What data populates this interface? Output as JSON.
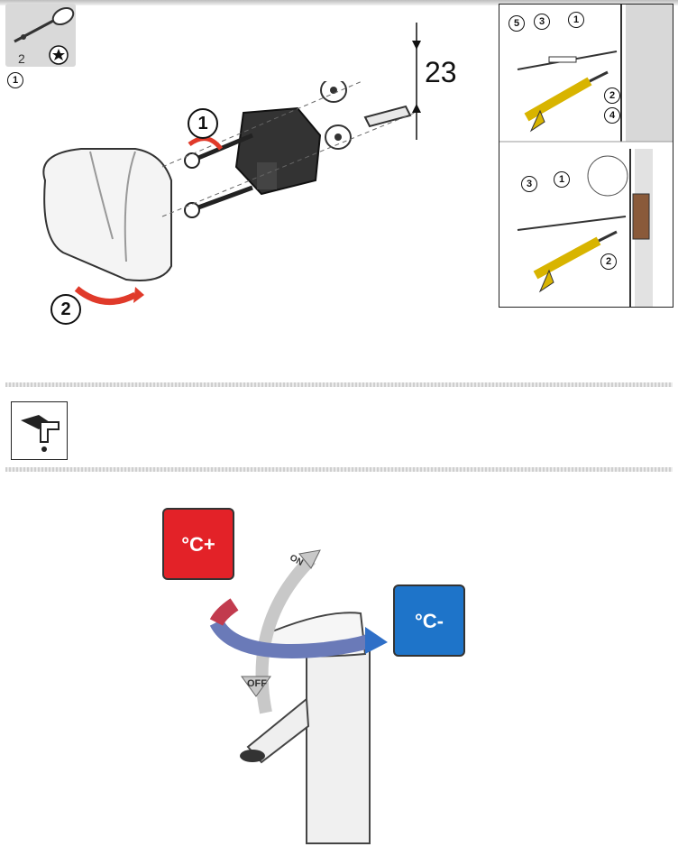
{
  "tools": {
    "count": "2",
    "step": "1",
    "bit_icon": "torx-bit-icon"
  },
  "main_diagram": {
    "step1": "1",
    "step2": "2",
    "dimension": "23"
  },
  "detail_panel": {
    "upper_callouts": [
      "5",
      "3",
      "1",
      "2",
      "4"
    ],
    "lower_callouts": [
      "3",
      "1",
      "2"
    ]
  },
  "wash_icon": "hand-wash-icon",
  "lever": {
    "on_label": "ON",
    "off_label": "OFF",
    "hot_label": "°C+",
    "cold_label": "°C-"
  },
  "colors": {
    "hot": "#e32228",
    "cold": "#1e74c9",
    "accent_arrow": "#e03a2a",
    "sealant_gun": "#f2d21b"
  }
}
